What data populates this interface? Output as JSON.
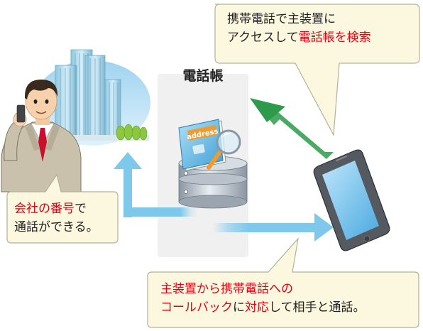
{
  "phonebook_label": "電話帳",
  "book_label": "address",
  "callout_top": {
    "line1": "携帯電話で主装置に",
    "line2_plain": "アクセスして",
    "line2_red": "電話帳を検索"
  },
  "callout_left": {
    "line1_red": "会社の番号",
    "line1_plain": "で",
    "line2": "通話ができる。"
  },
  "callout_bottom": {
    "line1_red": "主装置から携帯電話への",
    "line2_red1": "コールバック",
    "line2_plain1": "に",
    "line2_red2": "対応",
    "line2_plain2": "して相手と通話。"
  },
  "colors": {
    "red_text": "#e60012",
    "blue_arrow": "#7ec8ec",
    "green_arrow": "#3fa65a",
    "callout_fill": "#fcf8e0",
    "callout_border": "#b5b09a",
    "panel_fill": "#f0f0f0"
  },
  "icons": [
    "office-building",
    "businessman",
    "address-book",
    "magnifying-glass",
    "database-server",
    "smartphone"
  ]
}
